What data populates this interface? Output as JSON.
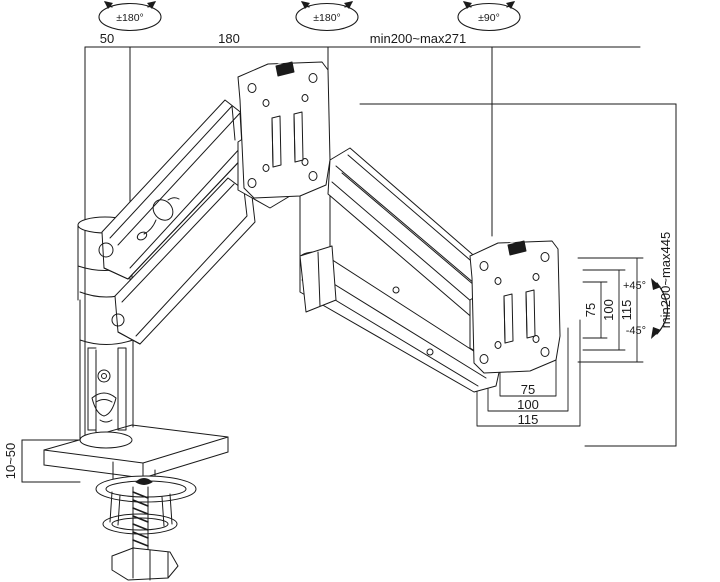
{
  "drawing": {
    "title": "Monitor Gas-Spring Desk Mount Technical Drawing",
    "line_color": "#1a1a1a",
    "fill_color": "#ffffff",
    "background": "#ffffff"
  },
  "rotation_symbols": [
    {
      "name": "left-arm-rotation",
      "label": "±180°"
    },
    {
      "name": "mid-arm-rotation",
      "label": "±180°"
    },
    {
      "name": "right-arm-rotation",
      "label": "±90°"
    }
  ],
  "top_dimensions": [
    {
      "name": "dim-50",
      "label": "50"
    },
    {
      "name": "dim-180",
      "label": "180"
    },
    {
      "name": "dim-reach",
      "label": "min200~max271"
    }
  ],
  "right_dimensions": {
    "height_range": "min200~max445",
    "vesa_vertical": [
      {
        "name": "vesa-v-75",
        "label": "75"
      },
      {
        "name": "vesa-v-100",
        "label": "100"
      },
      {
        "name": "vesa-v-115",
        "label": "115"
      }
    ]
  },
  "bottom_dimensions": {
    "vesa_horizontal": [
      {
        "name": "vesa-h-75",
        "label": "75"
      },
      {
        "name": "vesa-h-100",
        "label": "100"
      },
      {
        "name": "vesa-h-115",
        "label": "115"
      }
    ]
  },
  "tilt_angles": [
    {
      "name": "tilt-up",
      "label": "+45°"
    },
    {
      "name": "tilt-down",
      "label": "-45°"
    }
  ],
  "left_dimensions": {
    "clamp_thickness": "10~50"
  }
}
